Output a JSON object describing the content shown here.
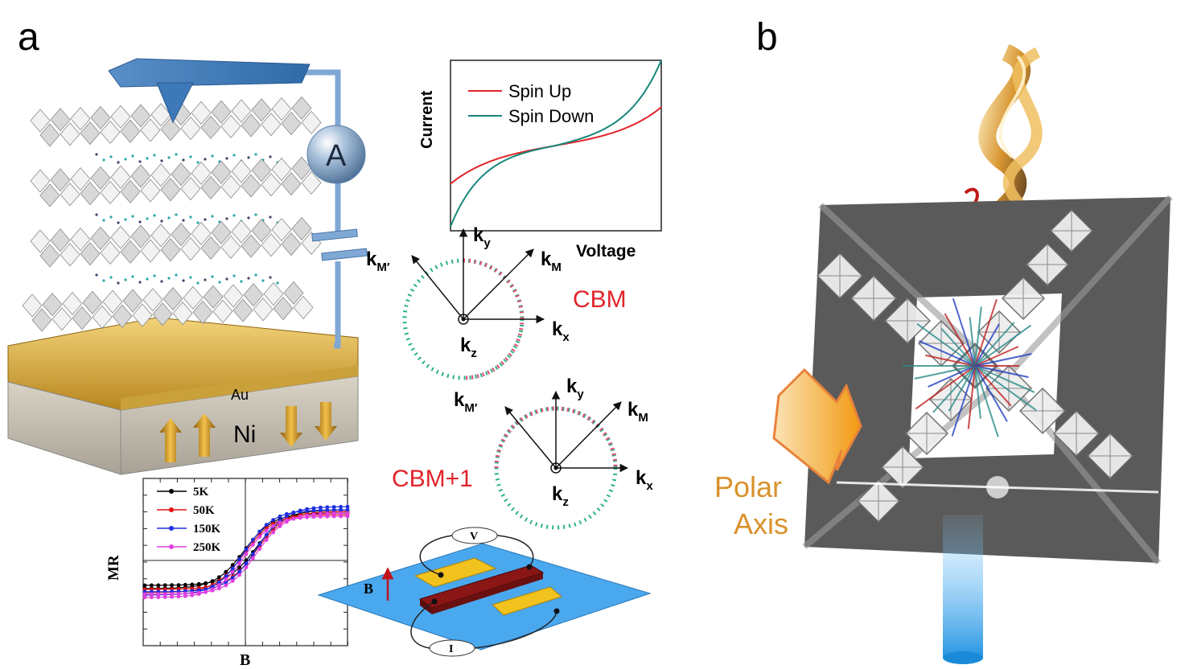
{
  "panel_a": {
    "label": "a",
    "stm": {
      "ammeter_label": "A",
      "gold_label": "Au",
      "ni_label": "Ni"
    },
    "iv_plot": {
      "ylabel": "Current",
      "xlabel": "Voltage",
      "legend": [
        "Spin Up",
        "Spin Down"
      ],
      "colors": {
        "spin_up": "#e0242a",
        "spin_down": "#17877a"
      }
    },
    "band1": {
      "label": "CBM",
      "k_y": "k",
      "k_y_sub": "y",
      "k_m": "k",
      "k_m_sub": "M",
      "k_mp": "k",
      "k_mp_sub": "M′",
      "k_x": "k",
      "k_x_sub": "x",
      "k_z": "k",
      "k_z_sub": "z"
    },
    "band2": {
      "label": "CBM+1",
      "k_y": "k",
      "k_y_sub": "y",
      "k_m": "k",
      "k_m_sub": "M",
      "k_mp": "k",
      "k_mp_sub": "M′",
      "k_x": "k",
      "k_x_sub": "x",
      "k_z": "k",
      "k_z_sub": "z"
    },
    "mr_plot": {
      "ylabel": "MR",
      "xlabel": "B",
      "legend": [
        "5K",
        "50K",
        "150K",
        "250K"
      ],
      "colors": [
        "#000000",
        "#e01010",
        "#1f2fe0",
        "#e040e0"
      ]
    },
    "device": {
      "v_label": "V",
      "i_label": "I",
      "b_label": "B"
    }
  },
  "panel_b": {
    "label": "b",
    "axis_line1": "Polar",
    "axis_line2": "Axis"
  },
  "colors": {
    "label_red": "#e0242a",
    "polar_orange": "#d9922b",
    "substrate_blue": "#4aa8ee"
  }
}
